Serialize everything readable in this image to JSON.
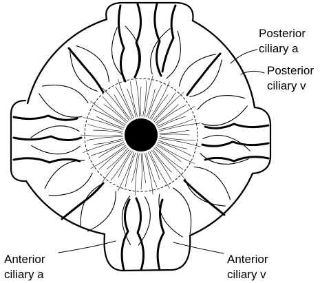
{
  "labels": {
    "posterior_ciliary_artery": [
      "Posterior",
      "ciliary a"
    ],
    "posterior_ciliary_vein": [
      "Posterior",
      "ciliary v"
    ],
    "anterior_ciliary_artery": [
      "Anterior",
      "ciliary a"
    ],
    "anterior_ciliary_vein": [
      "Anterior",
      "ciliary v"
    ]
  },
  "colors": {
    "ink": "#000000",
    "background": "#ffffff"
  }
}
